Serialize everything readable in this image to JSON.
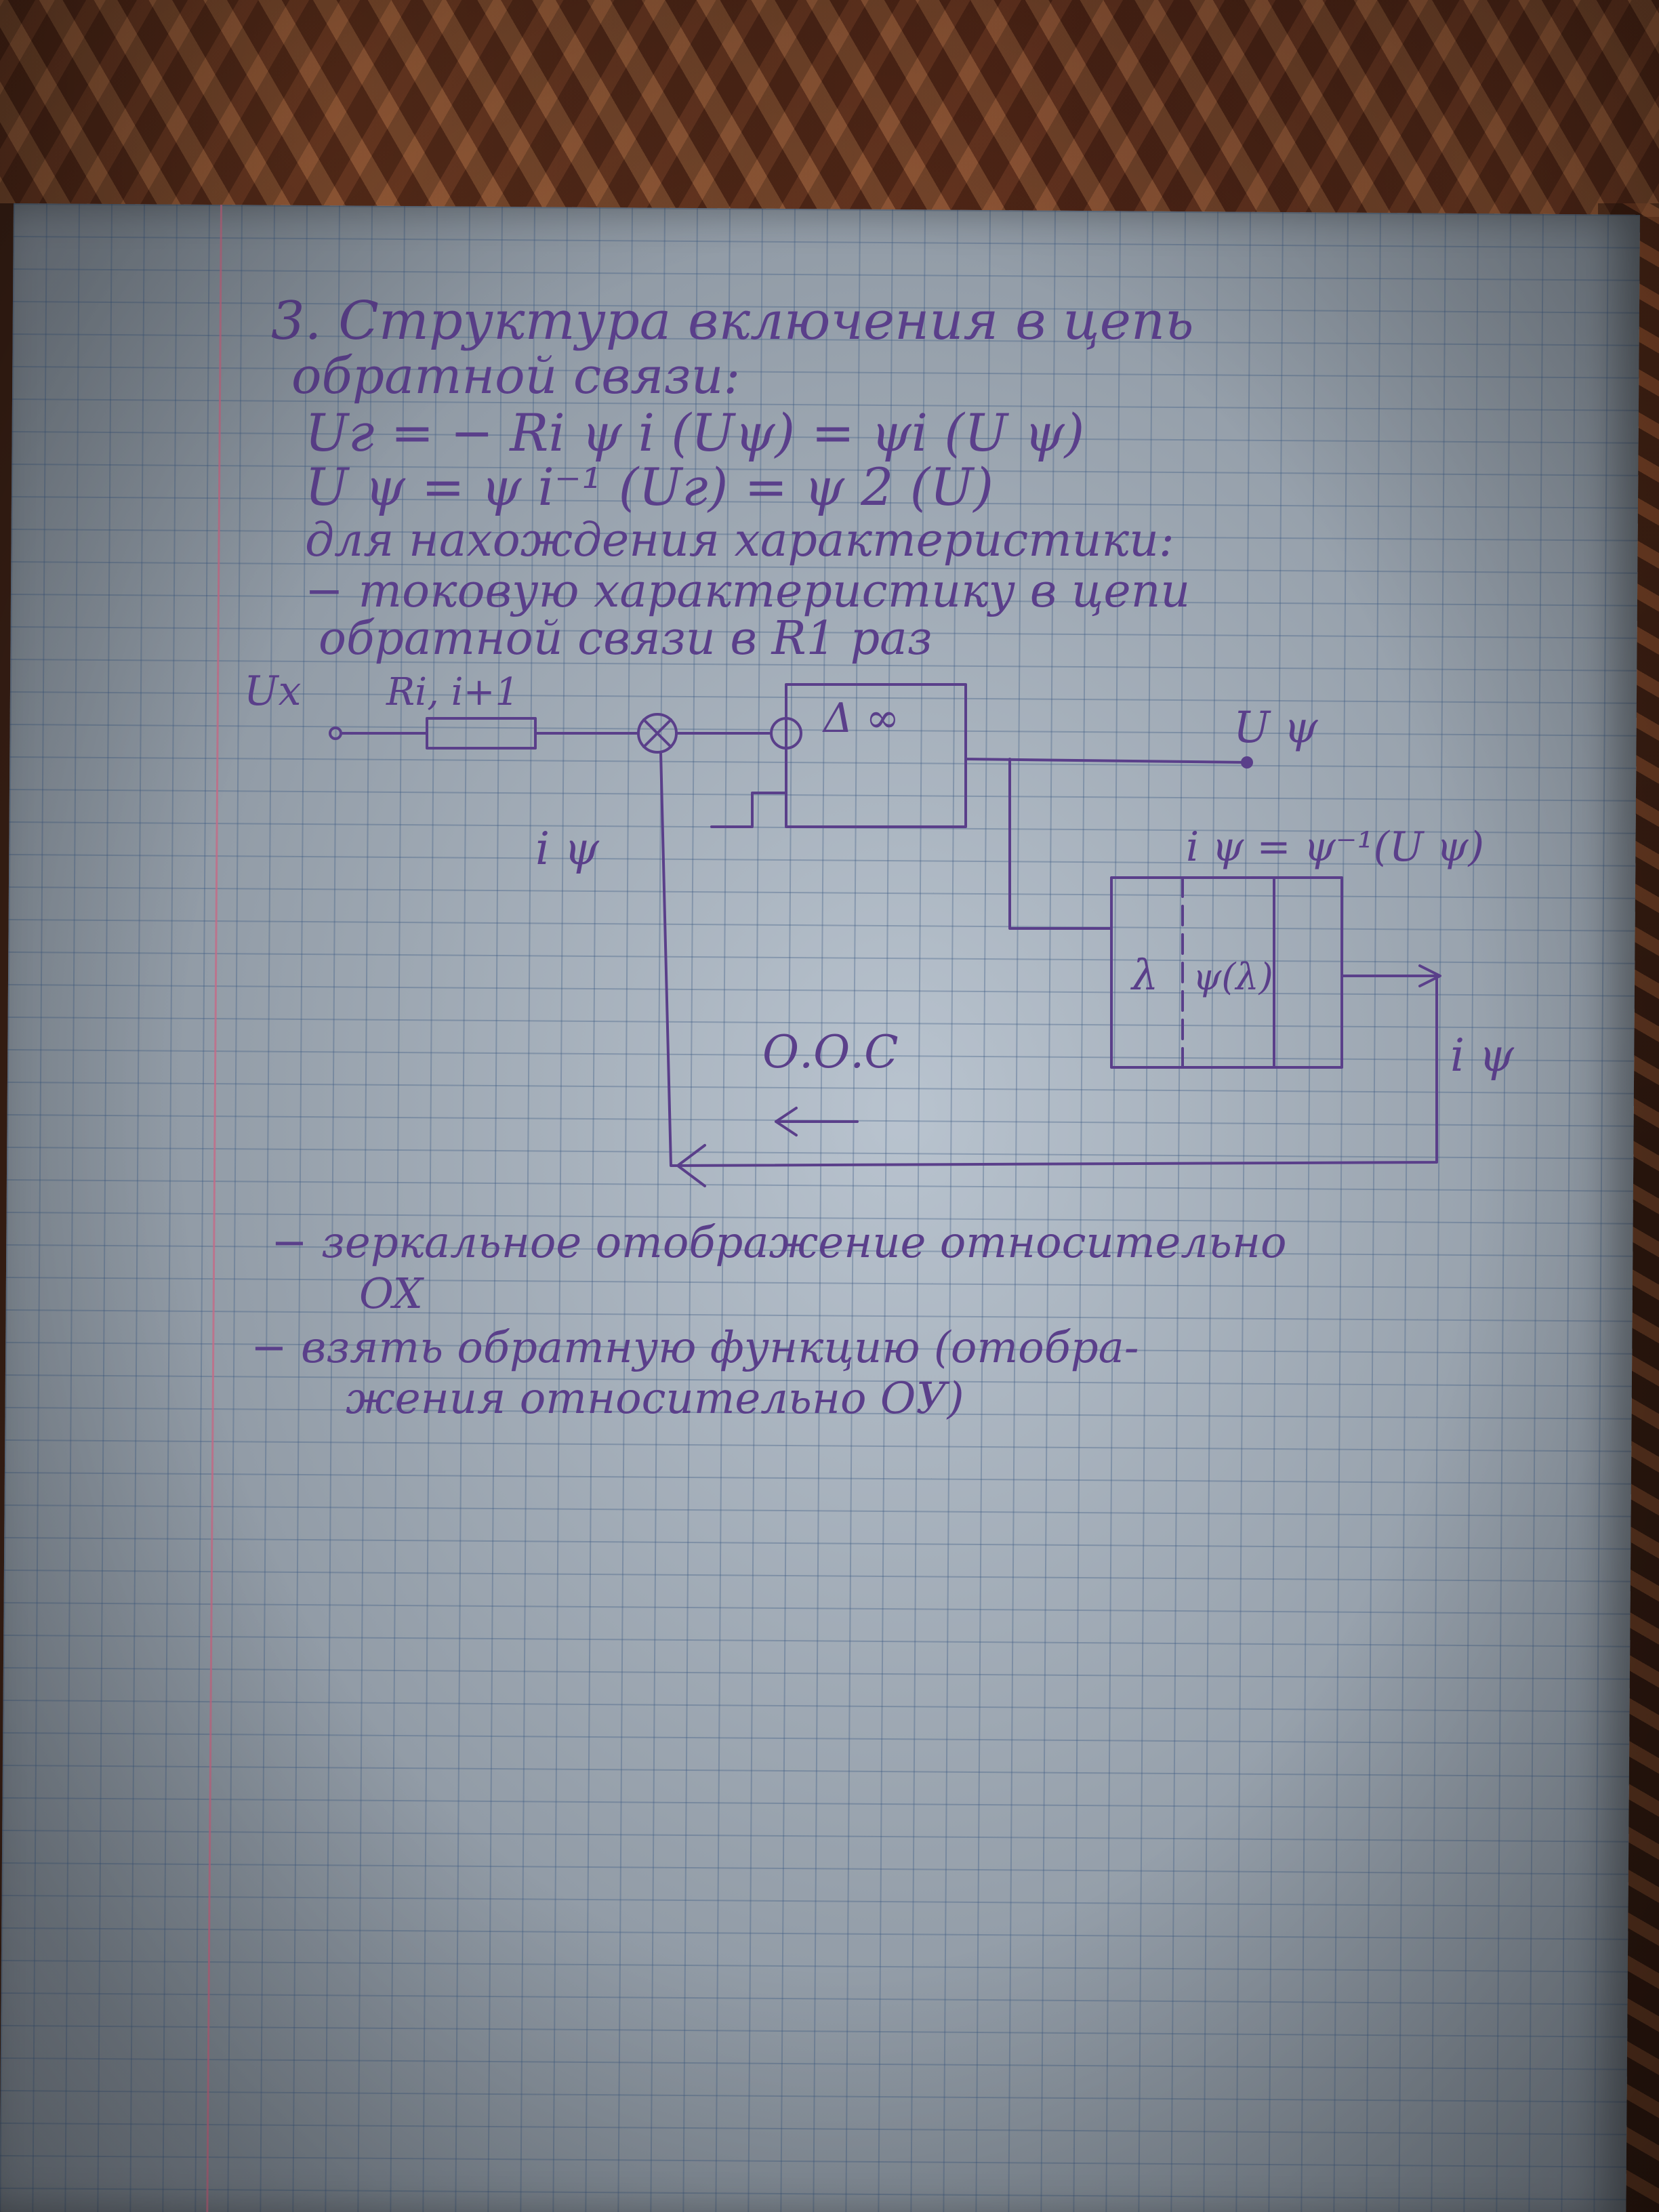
{
  "text": {
    "line1": "3. Структура включения в цепь",
    "line2": "обратной связи:",
    "line3": "Uг = − Ri ψ i (Uψ) = ψi (U ψ)",
    "line4": "U ψ = ψ i⁻¹ (Uг) = ψ 2 (U)",
    "line5": "для нахождения характеристики:",
    "line6": "− токовую характеристику в цепи",
    "line7": "обратной связи в R1 раз",
    "note1": "− зеркальное отображение относительно",
    "note2": "OX",
    "note3": "− взять обратную функцию (отобра-",
    "note4": "жения относительно OУ)"
  },
  "diagram": {
    "input_label": "Ux",
    "resistor_label": "Ri, i+1",
    "amp_label": "Δ ∞",
    "output_label": "U ψ",
    "feedback_current_label": "i ψ",
    "block_formula": "i ψ = ψ⁻¹(U ψ)",
    "block_cell_1": "λ",
    "block_cell_2": "ψ(λ)",
    "block_output_label": "i ψ",
    "loop_label": "О.О.С"
  },
  "colors": {
    "ink": "#5a3f8a",
    "paper": "#a9b6c4",
    "grid": "#3c5a82",
    "margin": "#c56a86"
  }
}
